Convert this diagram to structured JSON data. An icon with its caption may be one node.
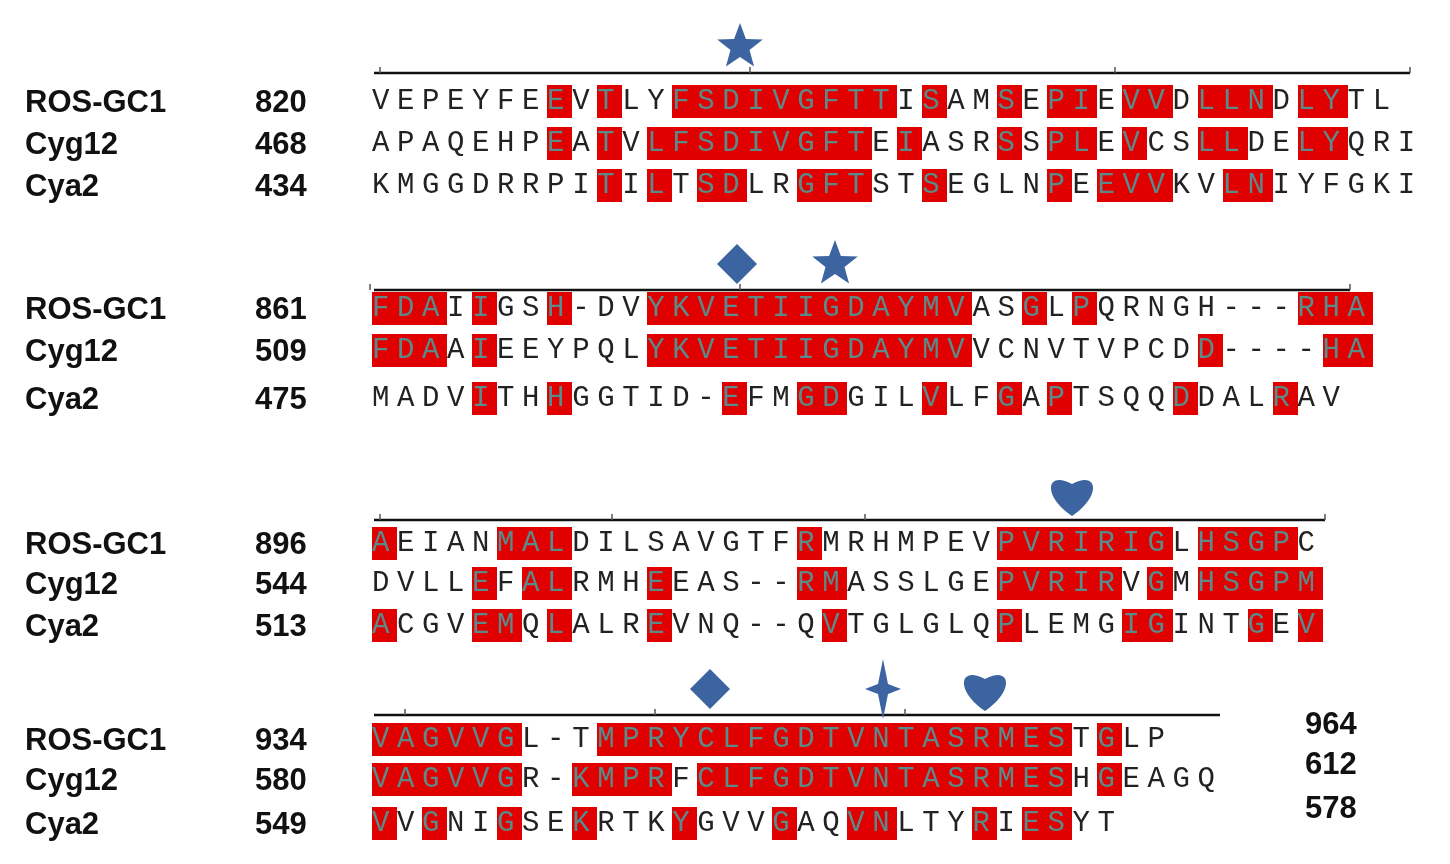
{
  "diagram": {
    "labels": [
      "ROS-GC1",
      "820",
      "VEPEYFEEVTLYFSDIVGFTTISAMSEPIEVVDLLNDLYTL",
      "Cyg12",
      "468",
      "APAQEHPEATVLFSDIVGFTEIASRSSPLEVCSLLDELYQRI",
      "Cya2",
      "434",
      "KMGGDRRPITILTSDLRGFTSTSEGLNPEEVVKVLNIYFGKI",
      "ROS-GC1",
      "861",
      "FDAIIGSH-DVYKVETIIGDAYMVASGLPQRNGH---RHA",
      "Cyg12",
      "509",
      "FDAAIEEYPQLYKVETIIGDAYMVVCNVTVPCDD----HA",
      "Cya2",
      "475",
      "MADVITHHGGTID-EFMGDGILVLFGAPTSQQDDALRAV",
      "ROS-GC1",
      "896",
      "AEIANMALDILSAVGTFRMRHMPEVPVRIRIGLHSGPC",
      "Cyg12",
      "544",
      "DVLLEFALRMHEEAS--RMASSLGEPVRIRVGMHSGPM",
      "Cya2",
      "513",
      "ACGVEMQLALREVNQ--QVTGLGLQPLEMGIGINTGEV",
      "ROS-GC1",
      "934",
      "VAGVVGL-TMPRYCLFGDTVNTASRMESTGLP",
      "964",
      "Cyg12",
      "580",
      "VAGVVGR-KMPRFCLFGDTVNTASRMESHGEAGQ",
      "612",
      "Cya2",
      "549",
      "VVGNIGSEKRTKYGVVGAQVNLTYRIESYT",
      "578"
    ]
  }
}
